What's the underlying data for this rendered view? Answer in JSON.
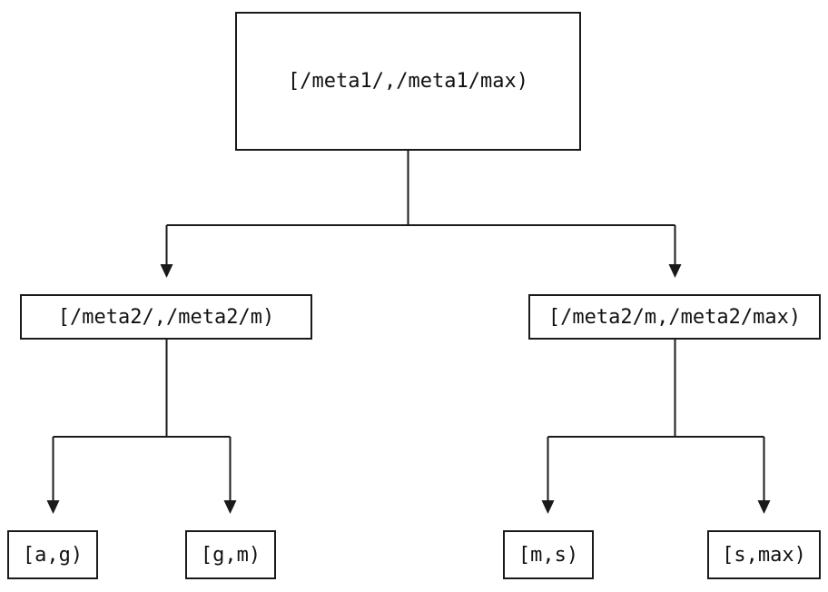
{
  "diagram": {
    "type": "tree",
    "description": "Interval partition tree over meta1/meta2 key ranges",
    "colors": {
      "background": "#ffffff",
      "line": "#1a1a1a",
      "box_border": "#1a1a1a",
      "text": "#111111"
    },
    "nodes": [
      {
        "id": "root",
        "level": 1,
        "label": "[/meta1/,/meta1/max)"
      },
      {
        "id": "meta2-low",
        "level": 2,
        "label": "[/meta2/,/meta2/m)"
      },
      {
        "id": "meta2-high",
        "level": 2,
        "label": "[/meta2/m,/meta2/max)"
      },
      {
        "id": "leaf-ag",
        "level": 3,
        "label": "[a,g)"
      },
      {
        "id": "leaf-gm",
        "level": 3,
        "label": "[g,m)"
      },
      {
        "id": "leaf-ms",
        "level": 3,
        "label": "[m,s)"
      },
      {
        "id": "leaf-smax",
        "level": 3,
        "label": "[s,max)"
      }
    ],
    "edges": [
      {
        "from": "root",
        "to": "meta2-low",
        "arrow": "down"
      },
      {
        "from": "root",
        "to": "meta2-high",
        "arrow": "down"
      },
      {
        "from": "meta2-low",
        "to": "leaf-ag",
        "arrow": "down"
      },
      {
        "from": "meta2-low",
        "to": "leaf-gm",
        "arrow": "down"
      },
      {
        "from": "meta2-high",
        "to": "leaf-ms",
        "arrow": "down"
      },
      {
        "from": "meta2-high",
        "to": "leaf-smax",
        "arrow": "down"
      }
    ]
  }
}
